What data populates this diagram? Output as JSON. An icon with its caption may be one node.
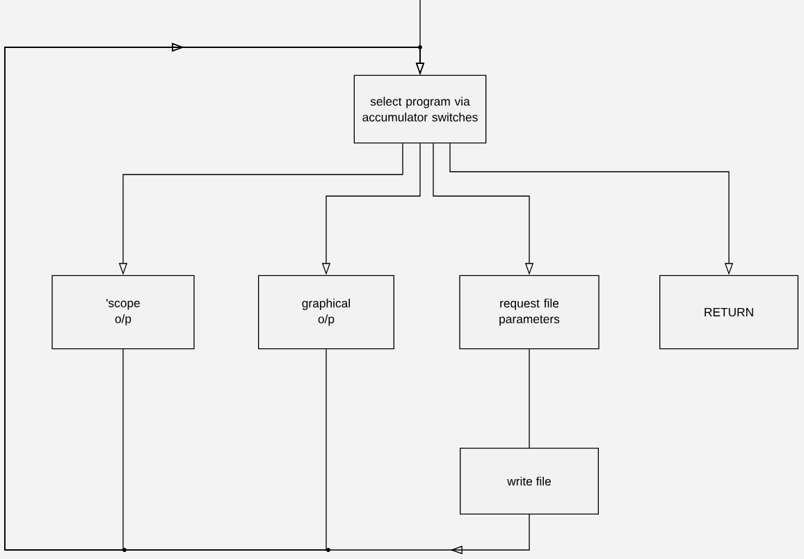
{
  "diagram": {
    "nodes": [
      {
        "text": [
          "select program via accumulator switches"
        ]
      },
      {
        "text": [
          "'scope o/p"
        ]
      },
      {
        "text": [
          "graphical o/p"
        ]
      },
      {
        "text": [
          "request file parameters"
        ]
      },
      {
        "text": [
          "RETURN"
        ]
      },
      {
        "text": [
          "write file"
        ]
      }
    ],
    "edges": [
      {
        "from": null,
        "to": 0,
        "arrow": "to"
      },
      {
        "from": 0,
        "to": 1,
        "arrow": "to"
      },
      {
        "from": 0,
        "to": 2,
        "arrow": "to"
      },
      {
        "from": 0,
        "to": 3,
        "arrow": "to"
      },
      {
        "from": 0,
        "to": 4,
        "arrow": "to"
      },
      {
        "from": 3,
        "to": 5,
        "arrow": "none"
      },
      {
        "from": 1,
        "to": 0,
        "arrow": "to"
      },
      {
        "from": 2,
        "to": 0,
        "arrow": "to"
      },
      {
        "from": 5,
        "to": 0,
        "arrow": "to"
      }
    ]
  }
}
